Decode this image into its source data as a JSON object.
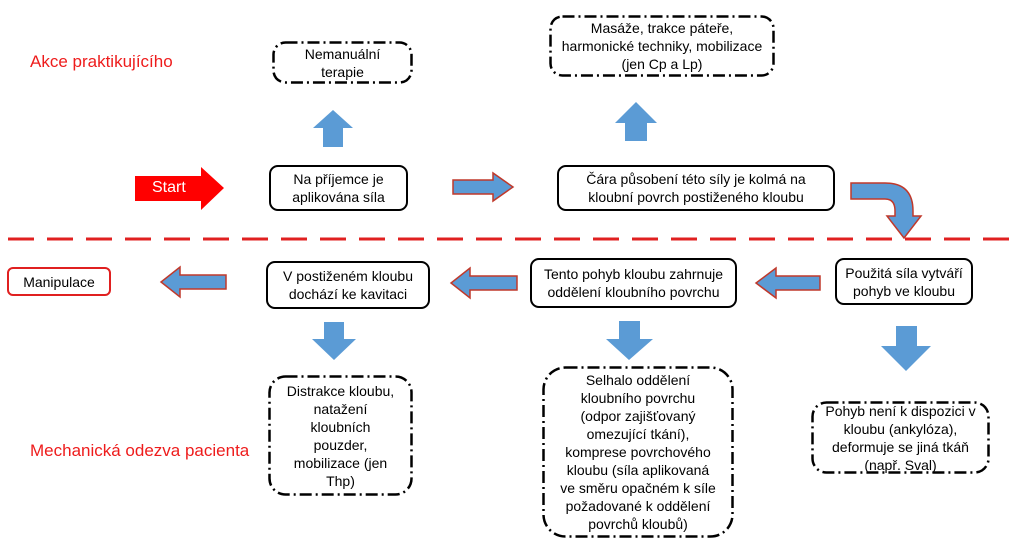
{
  "labels": {
    "practitioner": "Akce praktikujícího",
    "patient": "Mechanická odezva pacienta"
  },
  "start": "Start",
  "boxes": {
    "nonmanual": "Nemanuální\nterapie",
    "massage": "Masáže, trakce páteře,\nharmonické techniky, mobilizace\n(jen Cp a Lp)",
    "applied": "Na příjemce je\naplikována síla",
    "line_force": "Čára působení této síly je kolmá na\nkloubní povrch postiženého kloubu",
    "manipulation": "Manipulace",
    "cavitation": "V postiženém kloubu\ndochází ke kavitaci",
    "separation": "Tento pohyb kloubu zahrnuje\noddělení kloubního povrchu",
    "movement": "Použitá síla vytváří\npohyb ve kloubu",
    "distraction": "Distrakce kloubu,\nnatažení\nkloubních\npouzder,\nmobilizace (jen\nThp)",
    "failed": "Selhalo oddělení\nkloubního povrchu\n(odpor zajišťovaný\nomezující tkání),\nkomprese povrchového\nkloubu (síla aplikovaná\nve směru opačném k síle\npožadované k oddělení\npovrchů kloubů)",
    "ankylosis": "Pohyb není k dispozici v\nkloubu (ankylóza),\ndeformuje se jiná tkáň\n(např. Sval)"
  },
  "colors": {
    "arrow_fill": "#5b9bd5",
    "arrow_outline": "#c0392b",
    "accent_red": "#ee1c1c",
    "divider": "#e02020"
  }
}
